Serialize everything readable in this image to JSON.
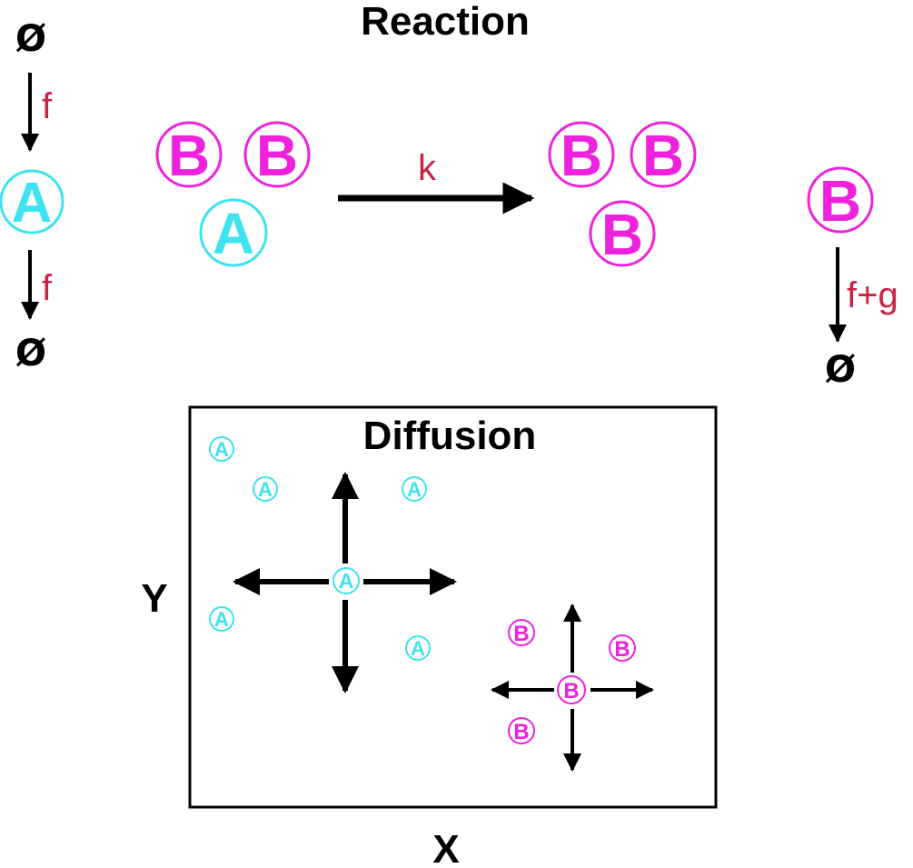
{
  "colors": {
    "species_a": "#3ee3ee",
    "species_b": "#ee22dd",
    "rate": "#cc2244",
    "arrow": "#000000"
  },
  "reaction": {
    "title": "Reaction",
    "empty_set": "Ø",
    "rate_f": "f",
    "rate_k": "k",
    "rate_fg": "f+g",
    "species_a": "A",
    "species_b": "B"
  },
  "diffusion": {
    "title": "Diffusion",
    "x_label": "X",
    "y_label": "Y",
    "species_a": "A",
    "species_b": "B"
  }
}
